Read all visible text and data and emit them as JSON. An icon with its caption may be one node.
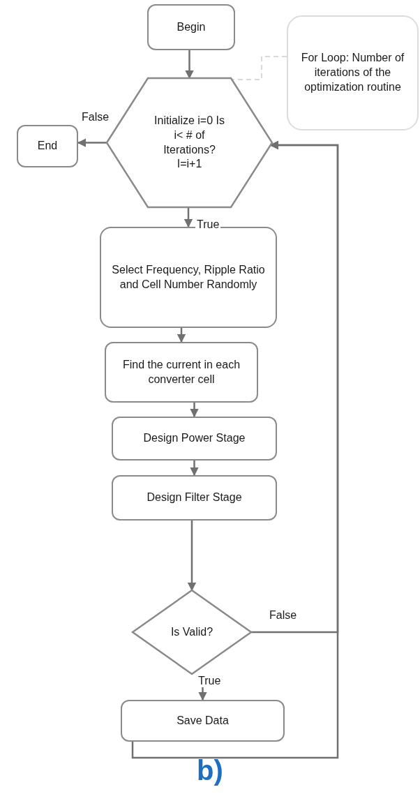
{
  "diagram": {
    "caption": "b)",
    "nodes": [
      {
        "text": [
          "Begin"
        ]
      },
      {
        "text": [
          "For Loop: Number of iterations of the optimization routine"
        ]
      },
      {
        "text": [
          "Initialize i=0 Is i< # of Iterations? I=i+1"
        ]
      },
      {
        "text": [
          "End"
        ]
      },
      {
        "text": [
          "Select Frequency, Ripple Ratio and Cell Number Randomly"
        ]
      },
      {
        "text": [
          "Find the current in each converter  cell"
        ]
      },
      {
        "text": [
          "Design Power Stage"
        ]
      },
      {
        "text": [
          "Design Filter Stage"
        ]
      },
      {
        "text": [
          "Is Valid?"
        ]
      },
      {
        "text": [
          "Save Data"
        ]
      }
    ],
    "edges": [
      {
        "from": 0,
        "to": 2,
        "arrow": "to"
      },
      {
        "from": 2,
        "to": 3,
        "arrow": "to",
        "label": "False"
      },
      {
        "from": 2,
        "to": 4,
        "arrow": "to",
        "label": "True"
      },
      {
        "from": 4,
        "to": 5,
        "arrow": "to"
      },
      {
        "from": 5,
        "to": 6,
        "arrow": "to"
      },
      {
        "from": 6,
        "to": 7,
        "arrow": "to"
      },
      {
        "from": 7,
        "to": 8,
        "arrow": "to"
      },
      {
        "from": 8,
        "to": 9,
        "arrow": "to",
        "label": "True"
      },
      {
        "from": 8,
        "to": 2,
        "arrow": "to",
        "label": "False"
      },
      {
        "from": 9,
        "to": 2,
        "arrow": "to"
      },
      {
        "from": 1,
        "to": 2,
        "arrow": "none",
        "style": "dashed",
        "color": "#d9d9d9"
      }
    ]
  }
}
